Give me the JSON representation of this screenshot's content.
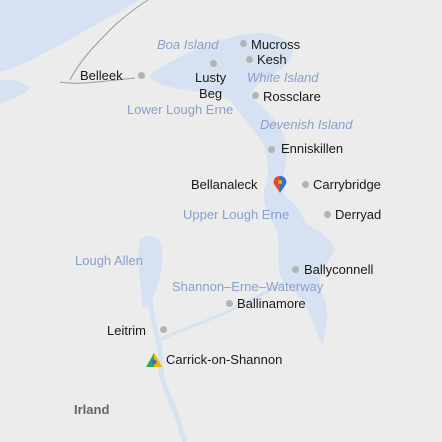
{
  "map": {
    "colors": {
      "land": "#ececec",
      "water": "#d6e2f1",
      "border": "#9a9a9a",
      "dot": "#b3b3b3"
    },
    "towns": [
      {
        "id": "mucross",
        "name": "Mucross"
      },
      {
        "id": "kesh",
        "name": "Kesh"
      },
      {
        "id": "belleek",
        "name": "Belleek"
      },
      {
        "id": "lusty-beg-line1",
        "name": "Lusty"
      },
      {
        "id": "lusty-beg-line2",
        "name": "Beg"
      },
      {
        "id": "rossclare",
        "name": "Rossclare"
      },
      {
        "id": "enniskillen",
        "name": "Enniskillen"
      },
      {
        "id": "bellanaleck",
        "name": "Bellanaleck"
      },
      {
        "id": "carrybridge",
        "name": "Carrybridge"
      },
      {
        "id": "derryad",
        "name": "Derryad"
      },
      {
        "id": "ballyconnell",
        "name": "Ballyconnell"
      },
      {
        "id": "ballinamore",
        "name": "Ballinamore"
      },
      {
        "id": "leitrim",
        "name": "Leitrim"
      },
      {
        "id": "carrick-on-shannon",
        "name": "Carrick-on-Shannon"
      }
    ],
    "water_labels": [
      {
        "id": "boa-island",
        "name": "Boa Island"
      },
      {
        "id": "white-island",
        "name": "White Island"
      },
      {
        "id": "lower-lough-erne",
        "name": "Lower Lough Erne"
      },
      {
        "id": "devenish-island",
        "name": "Devenish Island"
      },
      {
        "id": "upper-lough-erne",
        "name": "Upper Lough Erne"
      },
      {
        "id": "lough-allen",
        "name": "Lough Allen"
      },
      {
        "id": "shannon-erne-waterway",
        "name": "Shannon–Erne–Waterway"
      }
    ],
    "country_label": "Irland",
    "markers": [
      {
        "id": "bellanaleck-marker",
        "icon": "multicolor-location-marker-icon"
      },
      {
        "id": "carrick-marker",
        "icon": "multicolor-location-marker-icon"
      }
    ]
  }
}
